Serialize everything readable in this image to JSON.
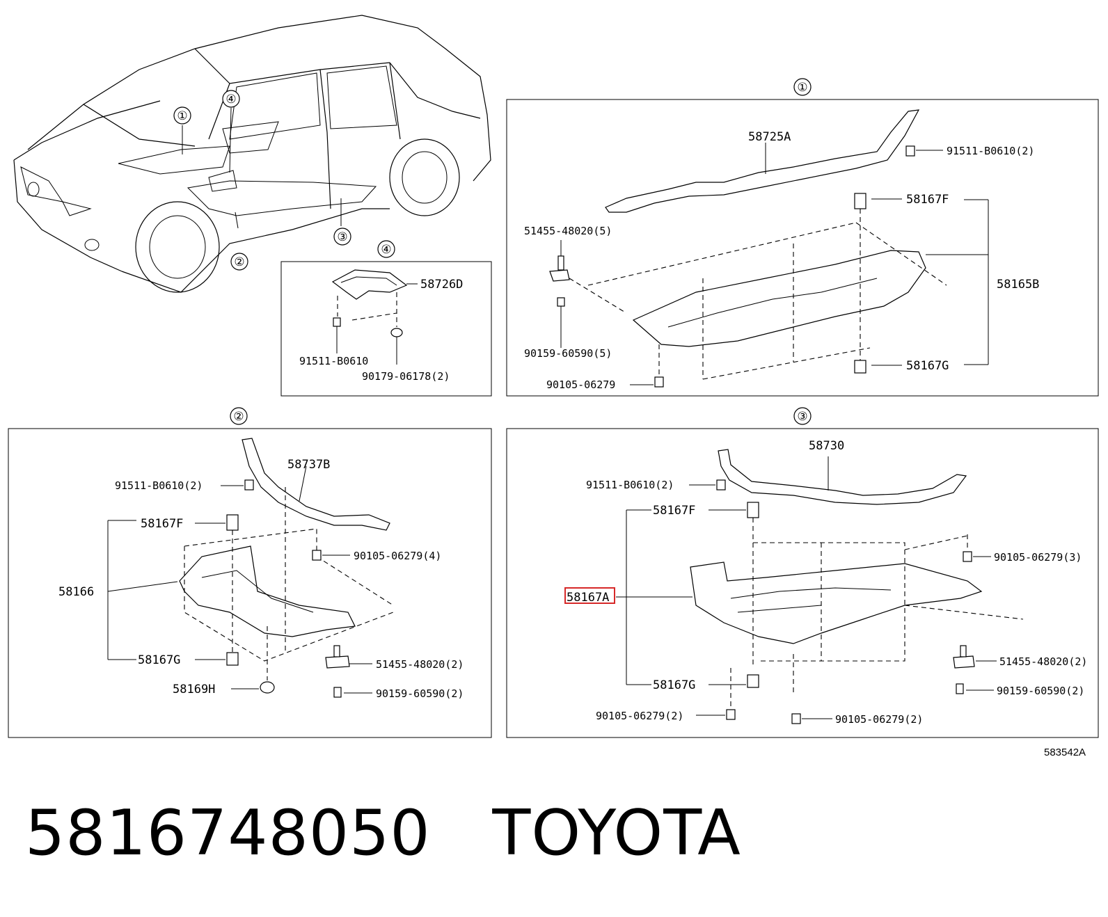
{
  "callouts": {
    "c1": "①",
    "c2": "②",
    "c3": "③",
    "c4": "④"
  },
  "panel1": {
    "p58725A": "58725A",
    "p91511": "91511-B0610(2)",
    "p58167F": "58167F",
    "p51455": "51455-48020(5)",
    "p58165B": "58165B",
    "p90159": "90159-60590(5)",
    "p58167G": "58167G",
    "p90105": "90105-06279"
  },
  "panel2": {
    "p58737B": "58737B",
    "p91511": "91511-B0610(2)",
    "p58167F": "58167F",
    "p90105": "90105-06279(4)",
    "p58166": "58166",
    "p58167G": "58167G",
    "p51455": "51455-48020(2)",
    "p58169H": "58169H",
    "p90159": "90159-60590(2)"
  },
  "panel3": {
    "p58730": "58730",
    "p91511": "91511-B0610(2)",
    "p58167F": "58167F",
    "p90105a": "90105-06279(3)",
    "p58167A": "58167A",
    "p51455": "51455-48020(2)",
    "p58167G": "58167G",
    "p90159": "90159-60590(2)",
    "p90105b": "90105-06279(2)",
    "p90105c": "90105-06279(2)"
  },
  "panel4": {
    "p58726D": "58726D",
    "p91511": "91511-B0610",
    "p90179": "90179-06178(2)"
  },
  "ref_code": "583542A",
  "title": "5816748050   TOYOTA",
  "highlight_color": "#d62828"
}
